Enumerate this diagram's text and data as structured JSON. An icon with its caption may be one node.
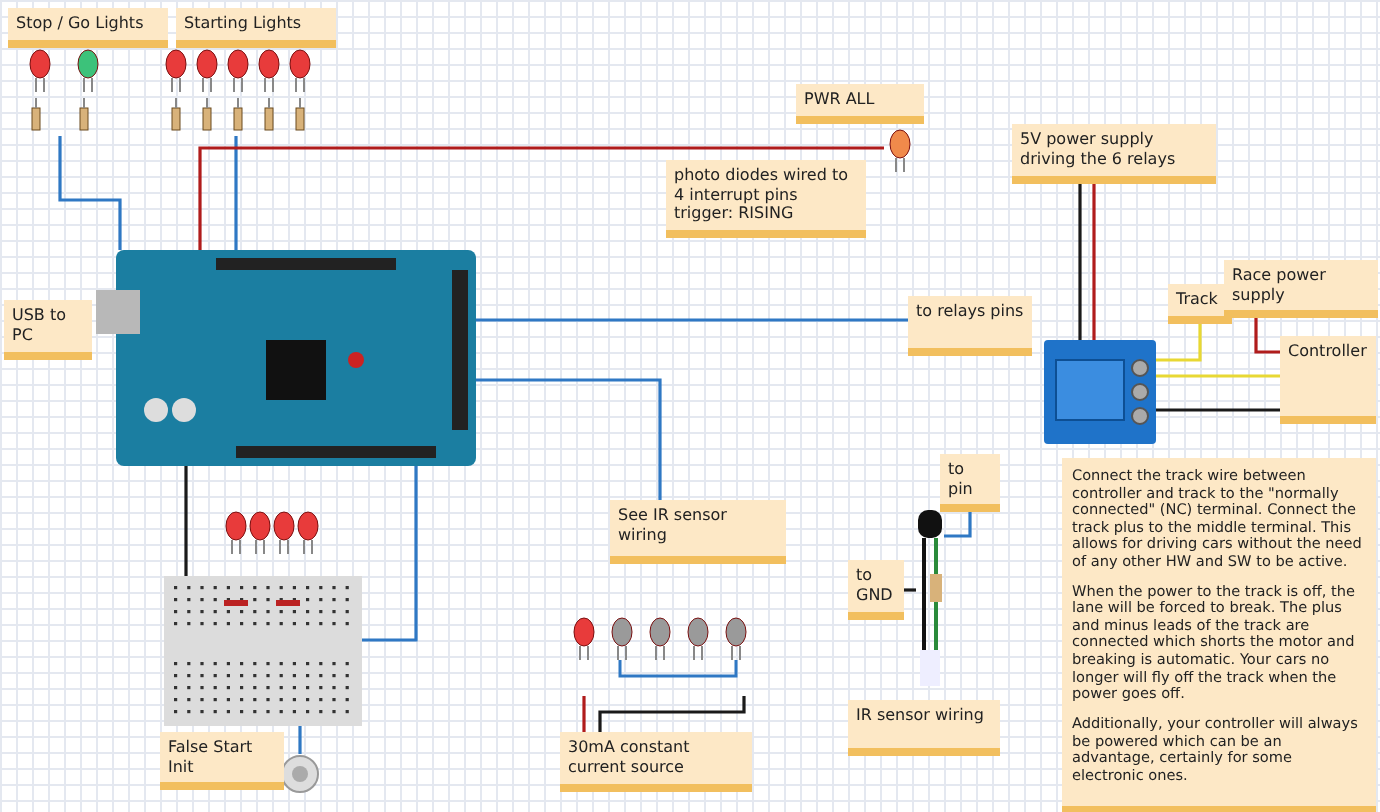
{
  "diagram": {
    "nodes": [
      {
        "text": [
          "Stop / Go Lights"
        ]
      },
      {
        "text": [
          "Starting Lights"
        ]
      },
      {
        "text": [
          "USB to PC"
        ]
      },
      {
        "text": [
          "PWR ALL"
        ]
      },
      {
        "text": [
          "photo diodes wired to 4 interrupt pins trigger: RISING"
        ]
      },
      {
        "text": [
          "5V power supply driving the 6 relays"
        ]
      },
      {
        "text": [
          "to relays pins"
        ]
      },
      {
        "text": [
          "Track"
        ]
      },
      {
        "text": [
          "Race power supply"
        ]
      },
      {
        "text": [
          "Controller"
        ]
      },
      {
        "text": [
          "See IR sensor wiring"
        ]
      },
      {
        "text": [
          "to pin"
        ]
      },
      {
        "text": [
          "to GND"
        ]
      },
      {
        "text": [
          "IR sensor wiring"
        ]
      },
      {
        "text": [
          "30mA constant current source"
        ]
      },
      {
        "text": [
          "False Start Init"
        ]
      },
      {
        "text": [
          "Connect the track wire between controller and track to the \"normally connected\" (NC) terminal. Connect the track plus to the middle terminal. This allows for driving cars without the need of any other HW and SW to be active.",
          "When the power to the track is off, the lane will be forced to break. The plus and minus leads of the track are connected which shorts the motor and breaking is automatic. Your cars no longer will fly off the track when the power goes off.",
          "Additionally, your controller will always be powered which can be an advantage, certainly for some electronic ones."
        ]
      },
      {
        "text": [],
        "shape": "picture"
      },
      {
        "text": [],
        "shape": "picture"
      },
      {
        "text": [],
        "shape": "picture"
      },
      {
        "text": [],
        "shape": "picture"
      },
      {
        "text": [],
        "shape": "picture"
      },
      {
        "text": [],
        "shape": "picture"
      },
      {
        "text": [],
        "shape": "picture"
      },
      {
        "text": [],
        "shape": "picture"
      },
      {
        "text": [],
        "shape": "picture"
      },
      {
        "text": [],
        "shape": "picture"
      }
    ],
    "edges": [
      {
        "from": 17,
        "to": 23,
        "arrow": "none"
      },
      {
        "from": 17,
        "to": 24,
        "arrow": "none"
      },
      {
        "from": 17,
        "to": 20,
        "arrow": "none",
        "color": "#b01c1c"
      },
      {
        "from": 17,
        "to": 6,
        "arrow": "none"
      },
      {
        "from": 17,
        "to": 10,
        "arrow": "none"
      },
      {
        "from": 17,
        "to": 19,
        "arrow": "none",
        "color": "#1a1a1a"
      },
      {
        "from": 17,
        "to": 19,
        "arrow": "none"
      },
      {
        "from": 19,
        "to": 22,
        "arrow": "none"
      },
      {
        "from": 18,
        "to": 5,
        "arrow": "none",
        "color": "#1a1a1a"
      },
      {
        "from": 18,
        "to": 5,
        "arrow": "none",
        "color": "#b01c1c"
      },
      {
        "from": 18,
        "to": 7,
        "arrow": "none",
        "color": "#e8d833"
      },
      {
        "from": 18,
        "to": 9,
        "arrow": "none",
        "color": "#e8d833"
      },
      {
        "from": 18,
        "to": 9,
        "arrow": "none",
        "color": "#1a1a1a"
      },
      {
        "from": 8,
        "to": 9,
        "arrow": "none",
        "color": "#b01c1c"
      },
      {
        "from": 21,
        "to": 11,
        "arrow": "none"
      },
      {
        "from": 21,
        "to": 12,
        "arrow": "none",
        "color": "#1a1a1a"
      },
      {
        "from": 26,
        "to": 14,
        "arrow": "none",
        "color": "#b01c1c"
      },
      {
        "from": 26,
        "to": 14,
        "arrow": "none",
        "color": "#1a1a1a"
      }
    ]
  }
}
